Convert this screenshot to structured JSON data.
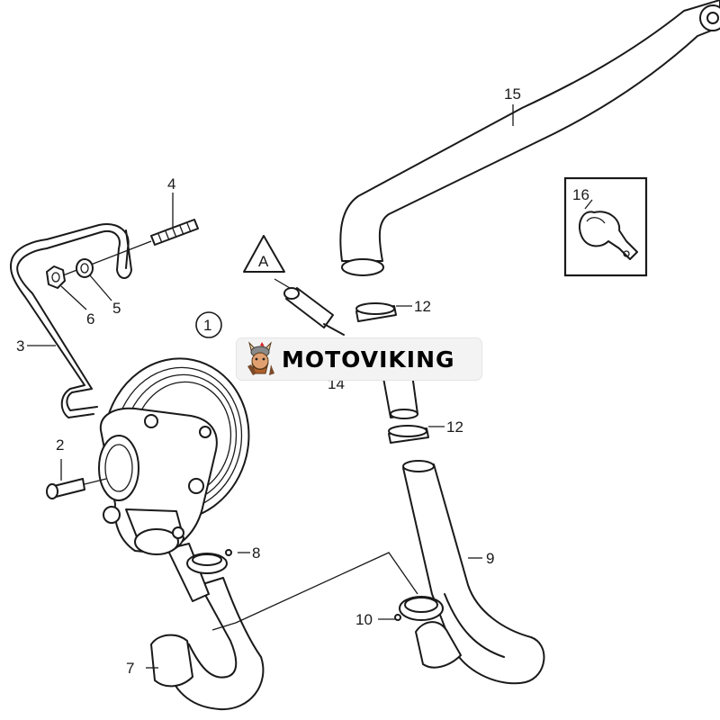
{
  "callouts": {
    "c1": "1",
    "c2": "2",
    "c3": "3",
    "c4": "4",
    "c5": "5",
    "c6": "6",
    "c7": "7",
    "c8": "8",
    "c9": "9",
    "c10": "10",
    "c12a": "12",
    "c12b": "12",
    "c14": "14",
    "c15": "15",
    "c16": "16"
  },
  "warning_label": "A",
  "watermark": {
    "brand": "MOTOVIKING",
    "icon": "viking-mascot-icon"
  },
  "colors": {
    "line": "#1a1a1a",
    "background": "#ffffff",
    "watermark_bg": "#f3f3f3"
  }
}
